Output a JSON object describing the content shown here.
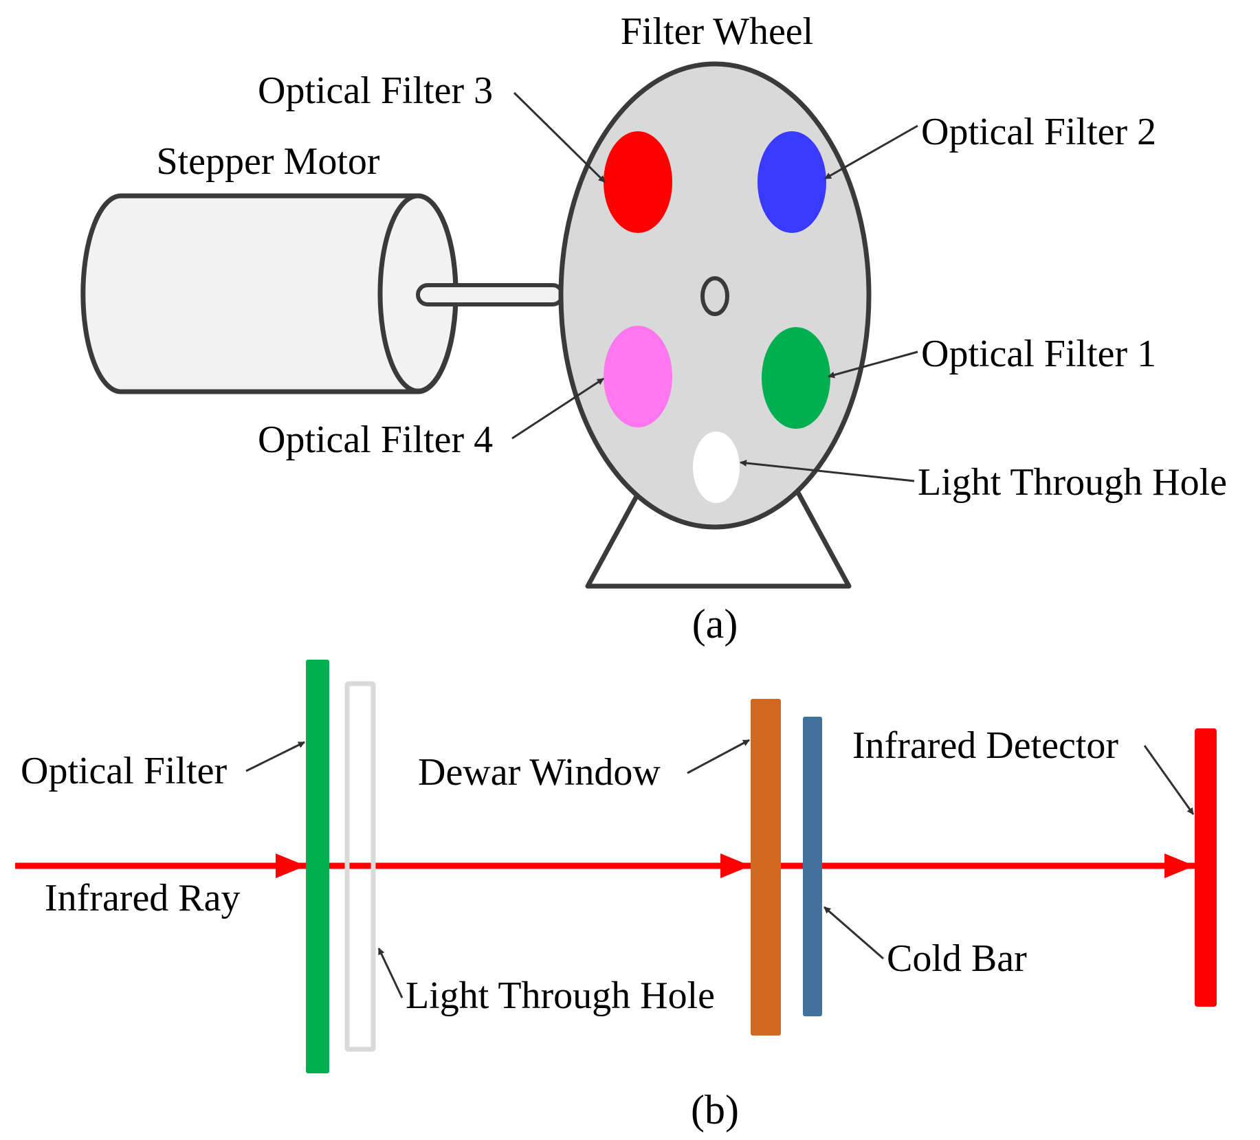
{
  "panel_a": {
    "caption": "(a)",
    "labels": {
      "filter_wheel": "Filter Wheel",
      "stepper_motor": "Stepper Motor",
      "optical_filter_3": "Optical Filter 3",
      "optical_filter_2": "Optical Filter 2",
      "optical_filter_1": "Optical Filter 1",
      "optical_filter_4": "Optical Filter 4",
      "light_through_hole": "Light Through Hole"
    },
    "colors": {
      "wheel_fill": "#d9d9d9",
      "motor_fill": "#f2f2f2",
      "filter_1": "#00b050",
      "filter_2": "#3a3aff",
      "filter_3": "#ff0000",
      "filter_4": "#ff77ee",
      "hole": "#ffffff",
      "outline": "#3a3a3a"
    }
  },
  "panel_b": {
    "caption": "(b)",
    "labels": {
      "optical_filter": "Optical Filter",
      "infrared_ray": "Infrared Ray",
      "light_through_hole": "Light Through Hole",
      "dewar_window": "Dewar Window",
      "cold_bar": "Cold Bar",
      "infrared_detector": "Infrared Detector"
    },
    "colors": {
      "ray": "#ff0000",
      "optical_filter": "#00b050",
      "light_through_hole": "#d9d9d9",
      "dewar_window": "#d2691e",
      "cold_bar": "#41719c",
      "infrared_detector": "#ff0000"
    }
  }
}
